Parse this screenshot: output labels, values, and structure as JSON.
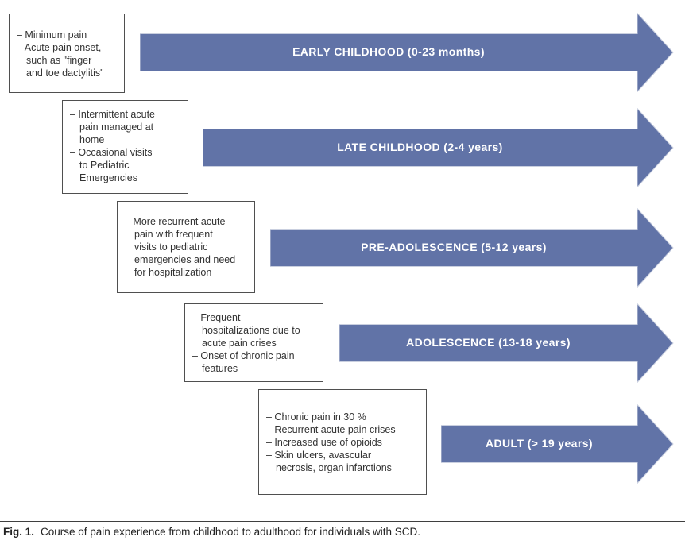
{
  "figure": {
    "caption_label": "Fig. 1.",
    "caption_text": "Course of pain experience from childhood to adulthood for individuals with SCD."
  },
  "colors": {
    "arrow_fill": "#6173a7",
    "arrow_edge": "#c9cfdf",
    "arrow_label_text": "#ffffff",
    "box_border": "#4f4f4f",
    "note_text": "#333333",
    "rule": "#3f3f3f",
    "caption_text": "#222222"
  },
  "stages": [
    {
      "label": "EARLY CHILDHOOD (0-23 months)",
      "notes": [
        "– Minimum pain",
        "– Acute pain onset,\nsuch as \"finger\nand toe dactylitis\""
      ]
    },
    {
      "label": "LATE CHILDHOOD (2-4 years)",
      "notes": [
        "– Intermittent acute\npain managed at\nhome",
        "– Occasional visits\nto Pediatric\nEmergencies"
      ]
    },
    {
      "label": "PRE-ADOLESCENCE (5-12 years)",
      "notes": [
        "– More recurrent acute\npain with frequent\nvisits to pediatric\nemergencies and need\nfor hospitalization"
      ]
    },
    {
      "label": "ADOLESCENCE (13-18 years)",
      "notes": [
        "– Frequent\nhospitalizations due to\nacute pain crises",
        "– Onset of chronic pain\nfeatures"
      ]
    },
    {
      "label": "ADULT (> 19 years)",
      "notes": [
        "– Chronic pain in 30 %",
        "– Recurrent acute pain crises",
        "– Increased use of opioids",
        "– Skin ulcers, avascular\nnecrosis, organ infarctions"
      ]
    }
  ]
}
